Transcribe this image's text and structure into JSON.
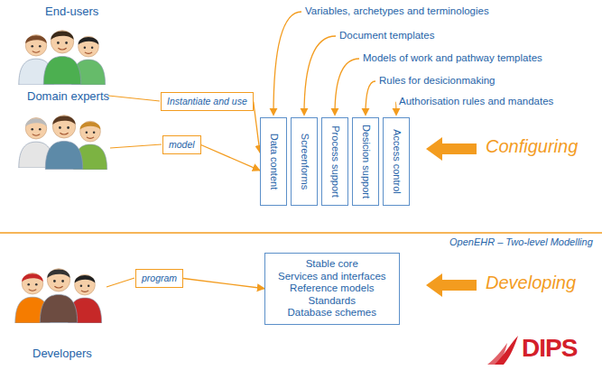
{
  "diagram": {
    "nodes": [
      {
        "text": [
          "Instantiate and use"
        ]
      },
      {
        "text": [
          "model"
        ]
      },
      {
        "text": [
          "Data content"
        ]
      },
      {
        "text": [
          "Screenforms"
        ]
      },
      {
        "text": [
          "Process support"
        ]
      },
      {
        "text": [
          "Desicion support"
        ]
      },
      {
        "text": [
          "Access control"
        ]
      },
      {
        "text": [
          "program"
        ]
      },
      {
        "text": [
          "Stable core",
          "Services and interfaces",
          "Reference models",
          "Standards",
          "Database schemes"
        ]
      }
    ],
    "edges": [
      {
        "from": 0,
        "to": 2,
        "arrow": "to"
      },
      {
        "from": 1,
        "to": 2,
        "arrow": "to"
      },
      {
        "from": 7,
        "to": 8,
        "arrow": "to"
      }
    ],
    "labels": [
      "Variables, archetypes and terminologies",
      "Document templates",
      "Models of work and pathway templates",
      "Rules for desicionmaking",
      "Authorisation rules and mandates",
      "End-users",
      "Domain experts",
      "Configuring",
      "OpenEHR – Two-level Modelling",
      "Developers",
      "Developing",
      "DIPS"
    ]
  }
}
